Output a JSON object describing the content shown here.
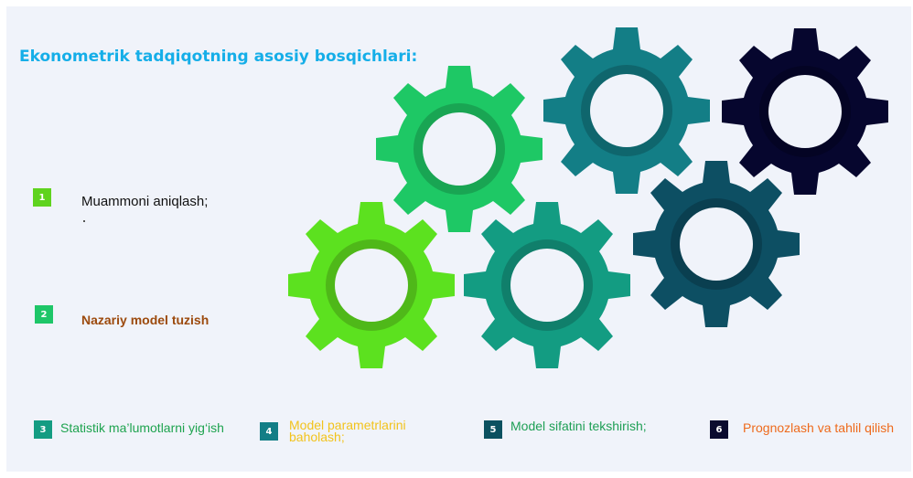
{
  "title": "Ekonometrik tadqiqotning asosiy bosqichlari:",
  "steps": [
    {
      "num": "1",
      "label": "Muammoni aniqlash;",
      "badge_color": "#5fd31e",
      "text_color": "#111111"
    },
    {
      "num": "2",
      "label": "Nazariy model tuzish",
      "badge_color": "#1ec668",
      "text_color": "#9c4a0d"
    },
    {
      "num": "3",
      "label": "Statistik ma’lumotlarni yig‘ish",
      "badge_color": "#149c82",
      "text_color": "#1ea34f"
    },
    {
      "num": "4",
      "label_line1": "Model parametrlarini",
      "label_line2": "baholash;",
      "badge_color": "#137e86",
      "text_color": "#f2c31c"
    },
    {
      "num": "5",
      "label": "Model sifatini tekshirish;",
      "badge_color": "#0b5160",
      "text_color": "#1e9f55"
    },
    {
      "num": "6",
      "label": "Prognozlash va tahlil qilish",
      "badge_color": "#0b0b2e",
      "text_color": "#ee6a1c"
    }
  ],
  "gear_colors": [
    "#5ce11f",
    "#1ec865",
    "#139c82",
    "#137e86",
    "#0d4f63",
    "#06062e"
  ]
}
